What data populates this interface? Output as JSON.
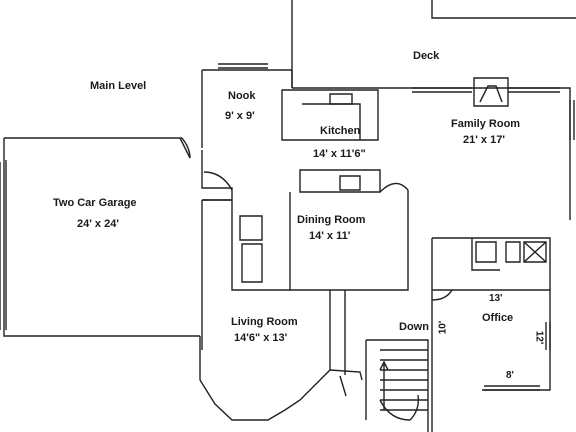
{
  "plan": {
    "level_title": "Main Level",
    "rooms": {
      "deck": {
        "name": "Deck"
      },
      "nook": {
        "name": "Nook",
        "size": "9' x 9'"
      },
      "kitchen": {
        "name": "Kitchen",
        "size": "14' x 11'6\""
      },
      "family_room": {
        "name": "Family Room",
        "size": "21' x 17'"
      },
      "garage": {
        "name": "Two Car Garage",
        "size": "24' x 24'"
      },
      "dining_room": {
        "name": "Dining Room",
        "size": "14' x 11'"
      },
      "living_room": {
        "name": "Living Room",
        "size": "14'6\" x 13'"
      },
      "office": {
        "name": "Office",
        "dim_top": "13'",
        "dim_left": "10'",
        "dim_right": "12'",
        "dim_bottom": "8'"
      }
    },
    "stairs_label": "Down"
  }
}
